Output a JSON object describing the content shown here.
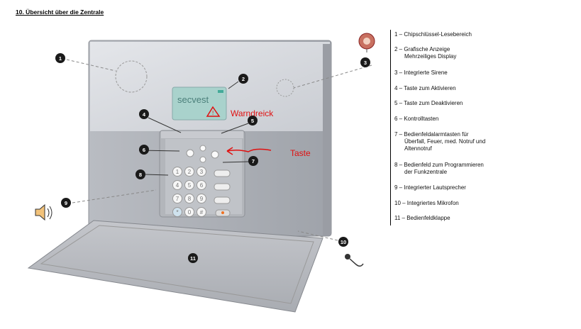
{
  "heading": "10.  Übersicht über die Zentrale",
  "legend": [
    {
      "line1": "1 – Chipschlüssel-Lesebereich"
    },
    {
      "line1": "2 – Grafische Anzeige",
      "line2": "Mehrzeiliges Display"
    },
    {
      "line1": "3 – Integrierte Sirene"
    },
    {
      "line1": "4 – Taste zum Aktivieren"
    },
    {
      "line1": "5 – Taste zum Deaktivieren"
    },
    {
      "line1": "6 – Kontrolltasten"
    },
    {
      "line1": "7 – Bedienfeldalarmtasten für",
      "line2": "Überfall, Feuer, med. Notruf und",
      "line3": "Altennotruf"
    },
    {
      "line1": "8 – Bedienfeld zum Programmieren",
      "line2": "der Funkzentrale"
    },
    {
      "line1": "9 – Integrierter Lautsprecher"
    },
    {
      "line1": "10 – Integriertes Mikrofon"
    },
    {
      "line1": "11 – Bedienfeldklappe"
    }
  ],
  "image": {
    "display_brand": "secvest",
    "annotation_warning": "Warndreick",
    "annotation_button": "Taste",
    "callouts": [
      "1",
      "2",
      "3",
      "4",
      "5",
      "6",
      "7",
      "8",
      "9",
      "10",
      "11"
    ],
    "keys": [
      "1",
      "2",
      "3",
      "4",
      "5",
      "6",
      "7",
      "8",
      "9",
      "*",
      "0",
      "#"
    ],
    "annotation_color": "#e01010"
  }
}
